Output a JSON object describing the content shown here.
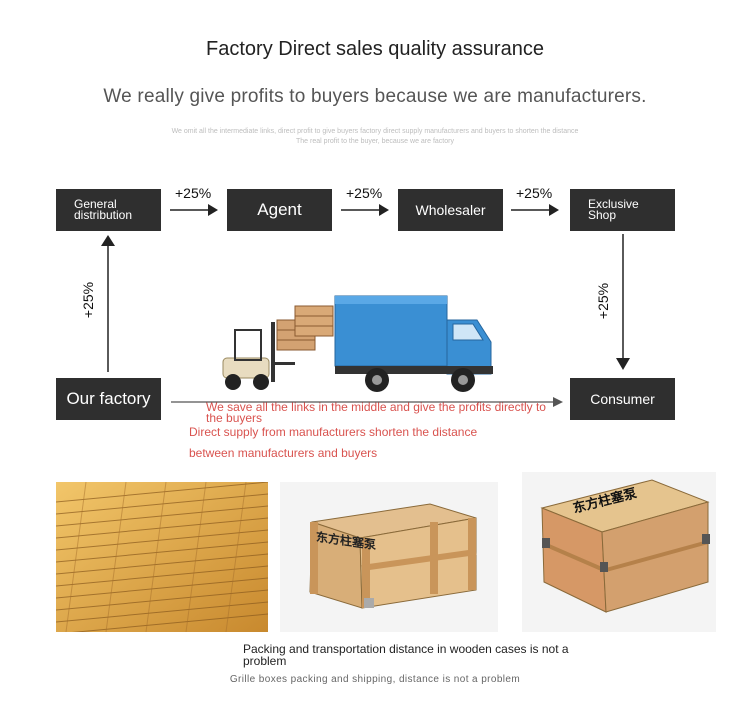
{
  "header": {
    "title": "Factory Direct sales quality assurance",
    "subtitle": "We really give profits to buyers because we are manufacturers.",
    "note_line1": "We omit all the intermediate links, direct profit to give buyers factory direct supply manufacturers and buyers to shorten the distance",
    "note_line2": "The real profit to the buyer, because we are factory"
  },
  "flow": {
    "general_distribution": "General distribution",
    "agent": "Agent",
    "wholesaler": "Wholesaler",
    "exclusive_shop": "Exclusive Shop",
    "our_factory": "Our factory",
    "consumer": "Consumer",
    "markup_1": "+25%",
    "markup_2": "+25%",
    "markup_3": "+25%",
    "markup_left": "+25%",
    "markup_right": "+25%"
  },
  "savings": {
    "line1": "We save all the links in the middle and give the profits directly to the buyers",
    "line2": "Direct supply from manufacturers shorten the distance",
    "line3": "between manufacturers and buyers"
  },
  "crate_stencil": {
    "text1": "东方柱塞泵",
    "text2": "东方柱塞泵"
  },
  "footer": {
    "caption": "Packing and transportation distance in wooden cases is not a problem",
    "caption2": "Grille boxes packing and shipping, distance is not a problem"
  },
  "colors": {
    "box_bg": "#2f2f2f",
    "accent_red": "#d9534f",
    "truck_blue": "#3a8fd3"
  }
}
